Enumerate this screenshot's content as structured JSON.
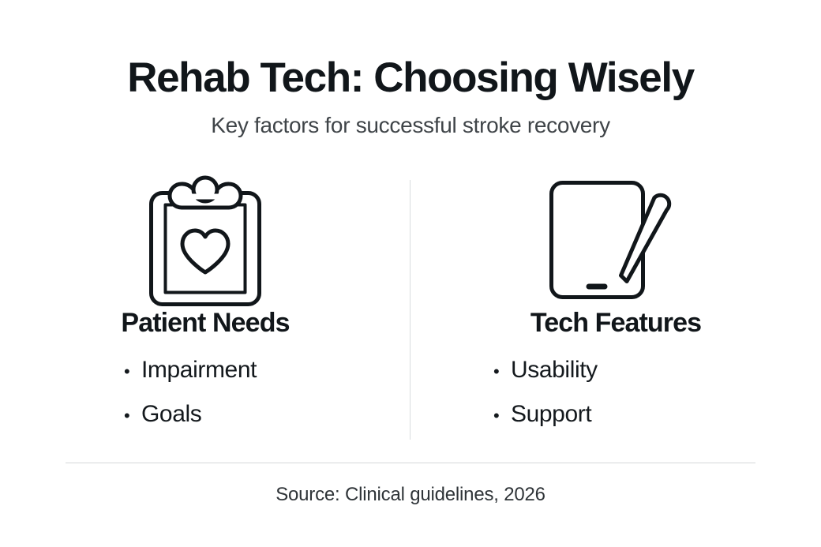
{
  "header": {
    "title": "Rehab Tech: Choosing Wisely",
    "subtitle": "Key factors for successful stroke recovery"
  },
  "columns": [
    {
      "icon": "clipboard-heart-icon",
      "heading": "Patient Needs",
      "bullets": [
        {
          "marker": "•",
          "label": "Impairment"
        },
        {
          "marker": "•",
          "label": "Goals"
        }
      ]
    },
    {
      "icon": "tablet-stylus-icon",
      "heading": "Tech Features",
      "bullets": [
        {
          "marker": "•",
          "label": "Usability"
        },
        {
          "marker": "•",
          "label": "Support"
        }
      ]
    }
  ],
  "footer": {
    "source": "Source: Clinical guidelines, 2026"
  },
  "colors": {
    "background": "#ffffff",
    "title_text": "#11161a",
    "subtitle_text": "#3f4448",
    "body_text": "#14191d",
    "footer_text": "#2f3438",
    "icon_stroke": "#11161a",
    "vertical_divider": "#d9dcde",
    "horizontal_divider": "#d5d7d8"
  }
}
